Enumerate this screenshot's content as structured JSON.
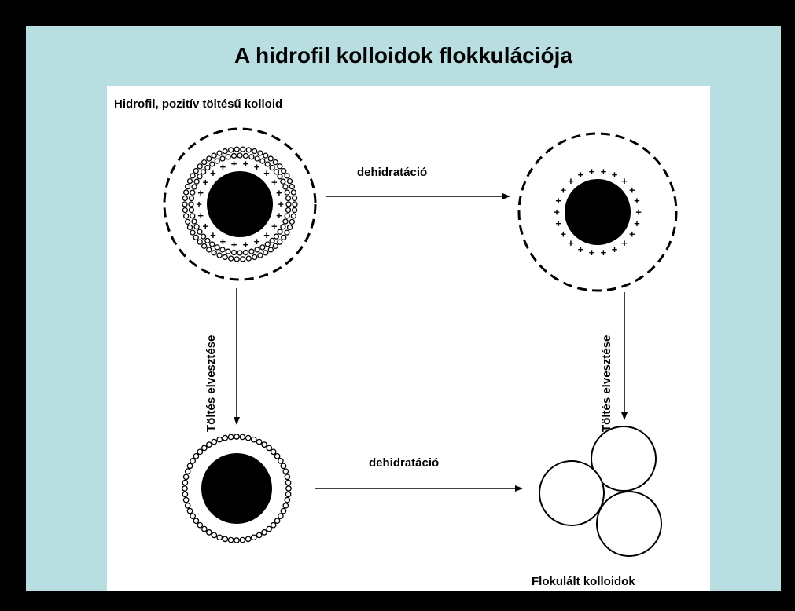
{
  "title": "A hidrofil kolloidok flokkulációja",
  "labels": {
    "top_left": "Hidrofil,  pozitív töltésű kolloid",
    "arrow_top": "dehidratáció",
    "arrow_bottom": "dehidratáció",
    "left_vertical": "Töltés elvesztése",
    "right_vertical": "Töltés elvesztése",
    "bottom_right": "Flokulált  kolloidok"
  },
  "charge_symbol": "+",
  "colors": {
    "outer_frame": "#000000",
    "slide_background": "#b9dee2",
    "panel": "#ffffff",
    "ink": "#000000"
  }
}
